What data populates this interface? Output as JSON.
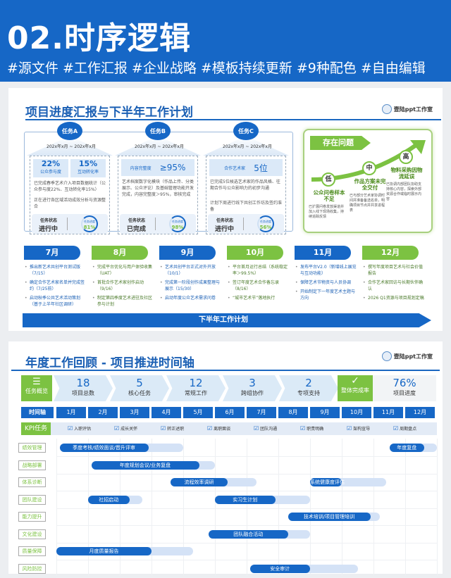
{
  "header": {
    "title": "02.时序逻辑",
    "tags": "#源文件 #工作汇报 #企业战略 #模板持续更新 #9种配色 #自由编辑"
  },
  "slide1": {
    "title": "项目进度汇报与下半年工作计划",
    "logo_text": "壹陆ppt工作室",
    "tasks": [
      {
        "name": "任务A",
        "date": "202x年x月 ~ 202x年x月",
        "stats": [
          {
            "value": "22%",
            "label": "公众参与度"
          },
          {
            "value": "15%",
            "label": "互动转化率"
          }
        ],
        "desc1": "已完成春季艺术介入项目数据统计（公众参与度22%、互动转化率15%）",
        "desc2": "正在进行各区域活动成效分析与资源整合",
        "status_label": "任务状态",
        "status": "进行中",
        "progress_label": "任务进度",
        "progress": "81%"
      },
      {
        "name": "任务B",
        "date": "202x年x月 ~ 202x年x月",
        "stats": [
          {
            "label": "内容完整度",
            "value": "≥95%"
          }
        ],
        "desc1": "艺术档案数字化模块（作品上传、分类展示、公众评论）及基础管理功能开发完成，内容完整度＞95%，审核完成",
        "desc2": "",
        "status_label": "任务状态",
        "status": "已完成",
        "progress_label": "任务进度",
        "progress": "98%"
      },
      {
        "name": "任务C",
        "date": "202x年x月 ~ 202x年x月",
        "stats": [
          {
            "label": "合作艺术家",
            "value": "5位"
          }
        ],
        "desc1": "已完成5位候选艺术家的作品风格、往期合作与公众影响力的初步沟通",
        "desc2": "计划下周进行线下共创工作坊及签约准备",
        "status_label": "任务状态",
        "status": "进行中",
        "progress_label": "任务进度",
        "progress": "56%"
      }
    ],
    "problems": {
      "title": "存在问题",
      "items": [
        {
          "level": "低",
          "title": "公众问卷样本不足",
          "desc": "已扩展问卷发放渠道并加入线下现场收集，持续追踪反馈"
        },
        {
          "level": "中",
          "title": "作品方案未完全交付",
          "desc": "已与部分艺术家协调时间并准备备选名单，明确项目节点并共享进程表"
        },
        {
          "level": "高",
          "title": "物料采购因物流延误",
          "desc": "已协调内部团队协助支持核心内容，探索外部资源合作或临时展示内容"
        }
      ]
    },
    "months": [
      {
        "label": "7月",
        "color": "#1667c6",
        "items": [
          "推出新艺术共创平台测试版（7/15）",
          "确定合作艺术家名单并完成签约（7/25前）",
          "启动秋季公共艺术活动策划（基于上半年社区调研）"
        ]
      },
      {
        "label": "8月",
        "color": "#7cc242",
        "items": [
          "完成平台优化与用户体验收集（UAT）",
          "首批合作艺术家创作启动（9/16）",
          "制定第四季度艺术进驻及社区参与计划"
        ]
      },
      {
        "label": "9月",
        "color": "#1667c6",
        "items": [
          "艺术共创平台正式对外开放（10/1）",
          "完成第一阶段创作成果整理与展示（15/30）",
          "启动年度公众艺术需求问卷"
        ]
      },
      {
        "label": "10月",
        "color": "#7cc242",
        "items": [
          "平台首月运行总结（系统稳定率＞99.5%）",
          "签订年度艺术合作备忘录（8/16）",
          "“城市艺术节”落地执行"
        ]
      },
      {
        "label": "11月",
        "color": "#1667c6",
        "items": [
          "发布平台V2.0（新增线上展览与互动功能）",
          "保障艺术节物资与人员协调",
          "开始制定下一年度艺术主题与方向"
        ]
      },
      {
        "label": "12月",
        "color": "#7cc242",
        "items": [
          "撰写年度项目艺术与社会价值报告",
          "合作艺术家回访与长期伙伴确认",
          "2026 Q1资源与项目规划定稿"
        ]
      }
    ],
    "bottom_bar": "下半年工作计划"
  },
  "slide2": {
    "title": "年度工作回顾 - 项目推进时间轴",
    "logo_text": "壹陆ppt工作室",
    "overview_label": "任务概览",
    "stats": [
      {
        "value": "18",
        "label": "项目总数"
      },
      {
        "value": "5",
        "label": "核心任务"
      },
      {
        "value": "12",
        "label": "常规工作"
      },
      {
        "value": "3",
        "label": "跨组协作"
      },
      {
        "value": "2",
        "label": "专项支持"
      }
    ],
    "completion_label": "整体完成率",
    "completion_value": "76%",
    "completion_sub": "项目进度",
    "axis_label": "时间轴",
    "months": [
      "1月",
      "2月",
      "3月",
      "4月",
      "5月",
      "6月",
      "7月",
      "8月",
      "9月",
      "10月",
      "11月",
      "12月"
    ],
    "kpi_label": "KPI任务",
    "kpis": [
      "入职评估",
      "成长关怀",
      "转正述职",
      "离职面谈",
      "团队沟通",
      "职责明确",
      "架构宣导",
      "周期盘点"
    ],
    "rows": [
      {
        "label": "绩效管理",
        "bars": [
          {
            "text": "季度考核/绩效面谈/晋升评审",
            "start": 0.1,
            "done": 2.9,
            "end": 4.0
          },
          {
            "text": "年度复盘",
            "start": 10.5,
            "done": 11.6,
            "end": 12
          }
        ]
      },
      {
        "label": "战略部署",
        "bars": [
          {
            "text": "年度规划会议/业务复盘",
            "start": 1.1,
            "done": 4.5,
            "end": 5.0
          }
        ]
      },
      {
        "label": "体系诊断",
        "bars": [
          {
            "text": "流程效率调研",
            "start": 3.6,
            "done": 5.4,
            "end": 6.3
          },
          {
            "text": "系统健康度评估",
            "start": 8.0,
            "done": 9.0,
            "end": 10.4
          }
        ]
      },
      {
        "label": "团队建设",
        "bars": [
          {
            "text": "社招启动",
            "start": 1.0,
            "done": 2.3,
            "end": 2.7
          },
          {
            "text": "实习生计划",
            "start": 5.0,
            "done": 6.9,
            "end": 8.0
          }
        ]
      },
      {
        "label": "能力提升",
        "bars": [
          {
            "text": "技术培训/项目管理培训",
            "start": 7.3,
            "done": 9.9,
            "end": 10.2
          }
        ]
      },
      {
        "label": "文化建设",
        "bars": [
          {
            "text": "团队融合活动",
            "start": 4.8,
            "done": 7.3,
            "end": 8.0
          }
        ]
      },
      {
        "label": "质量保障",
        "bars": [
          {
            "text": "月度质量报告",
            "start": 0,
            "done": 3.0,
            "end": 4.3
          }
        ]
      },
      {
        "label": "风险防控",
        "bars": [
          {
            "text": "安全审计",
            "start": 6.1,
            "done": 8.0,
            "end": 9.5
          }
        ]
      }
    ]
  },
  "colors": {
    "blue": "#1667c6",
    "green": "#7cc242",
    "light_blue": "#d4e2f6"
  }
}
